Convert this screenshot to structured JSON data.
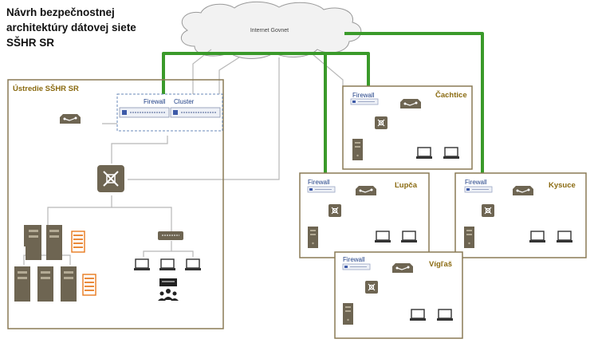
{
  "title": {
    "line1": "Návrh bezpečnostnej",
    "line2": "architektúry dátovej siete",
    "line3": "SŠHR SR"
  },
  "cloud": {
    "label": "Internet Govnet"
  },
  "sites": {
    "hq": {
      "name": "Ústredie SŠHR SR",
      "firewall_label": "Firewall",
      "cluster_label": "Cluster"
    },
    "cachtice": {
      "name": "Čachtice",
      "firewall_label": "Firewall"
    },
    "lupca": {
      "name": "Ľupča",
      "firewall_label": "Firewall"
    },
    "kysuce": {
      "name": "Kysuce",
      "firewall_label": "Firewall"
    },
    "viglas": {
      "name": "Vígľaš",
      "firewall_label": "Firewall"
    }
  },
  "colors": {
    "site_border": "#8a7a55",
    "site_label": "#8a6a10",
    "green_link": "#3a9a2a",
    "grey_link": "#b8b8b8",
    "device": "#6e6552",
    "firewall_text": "#1f3f86",
    "storage": "#e87a1e"
  }
}
